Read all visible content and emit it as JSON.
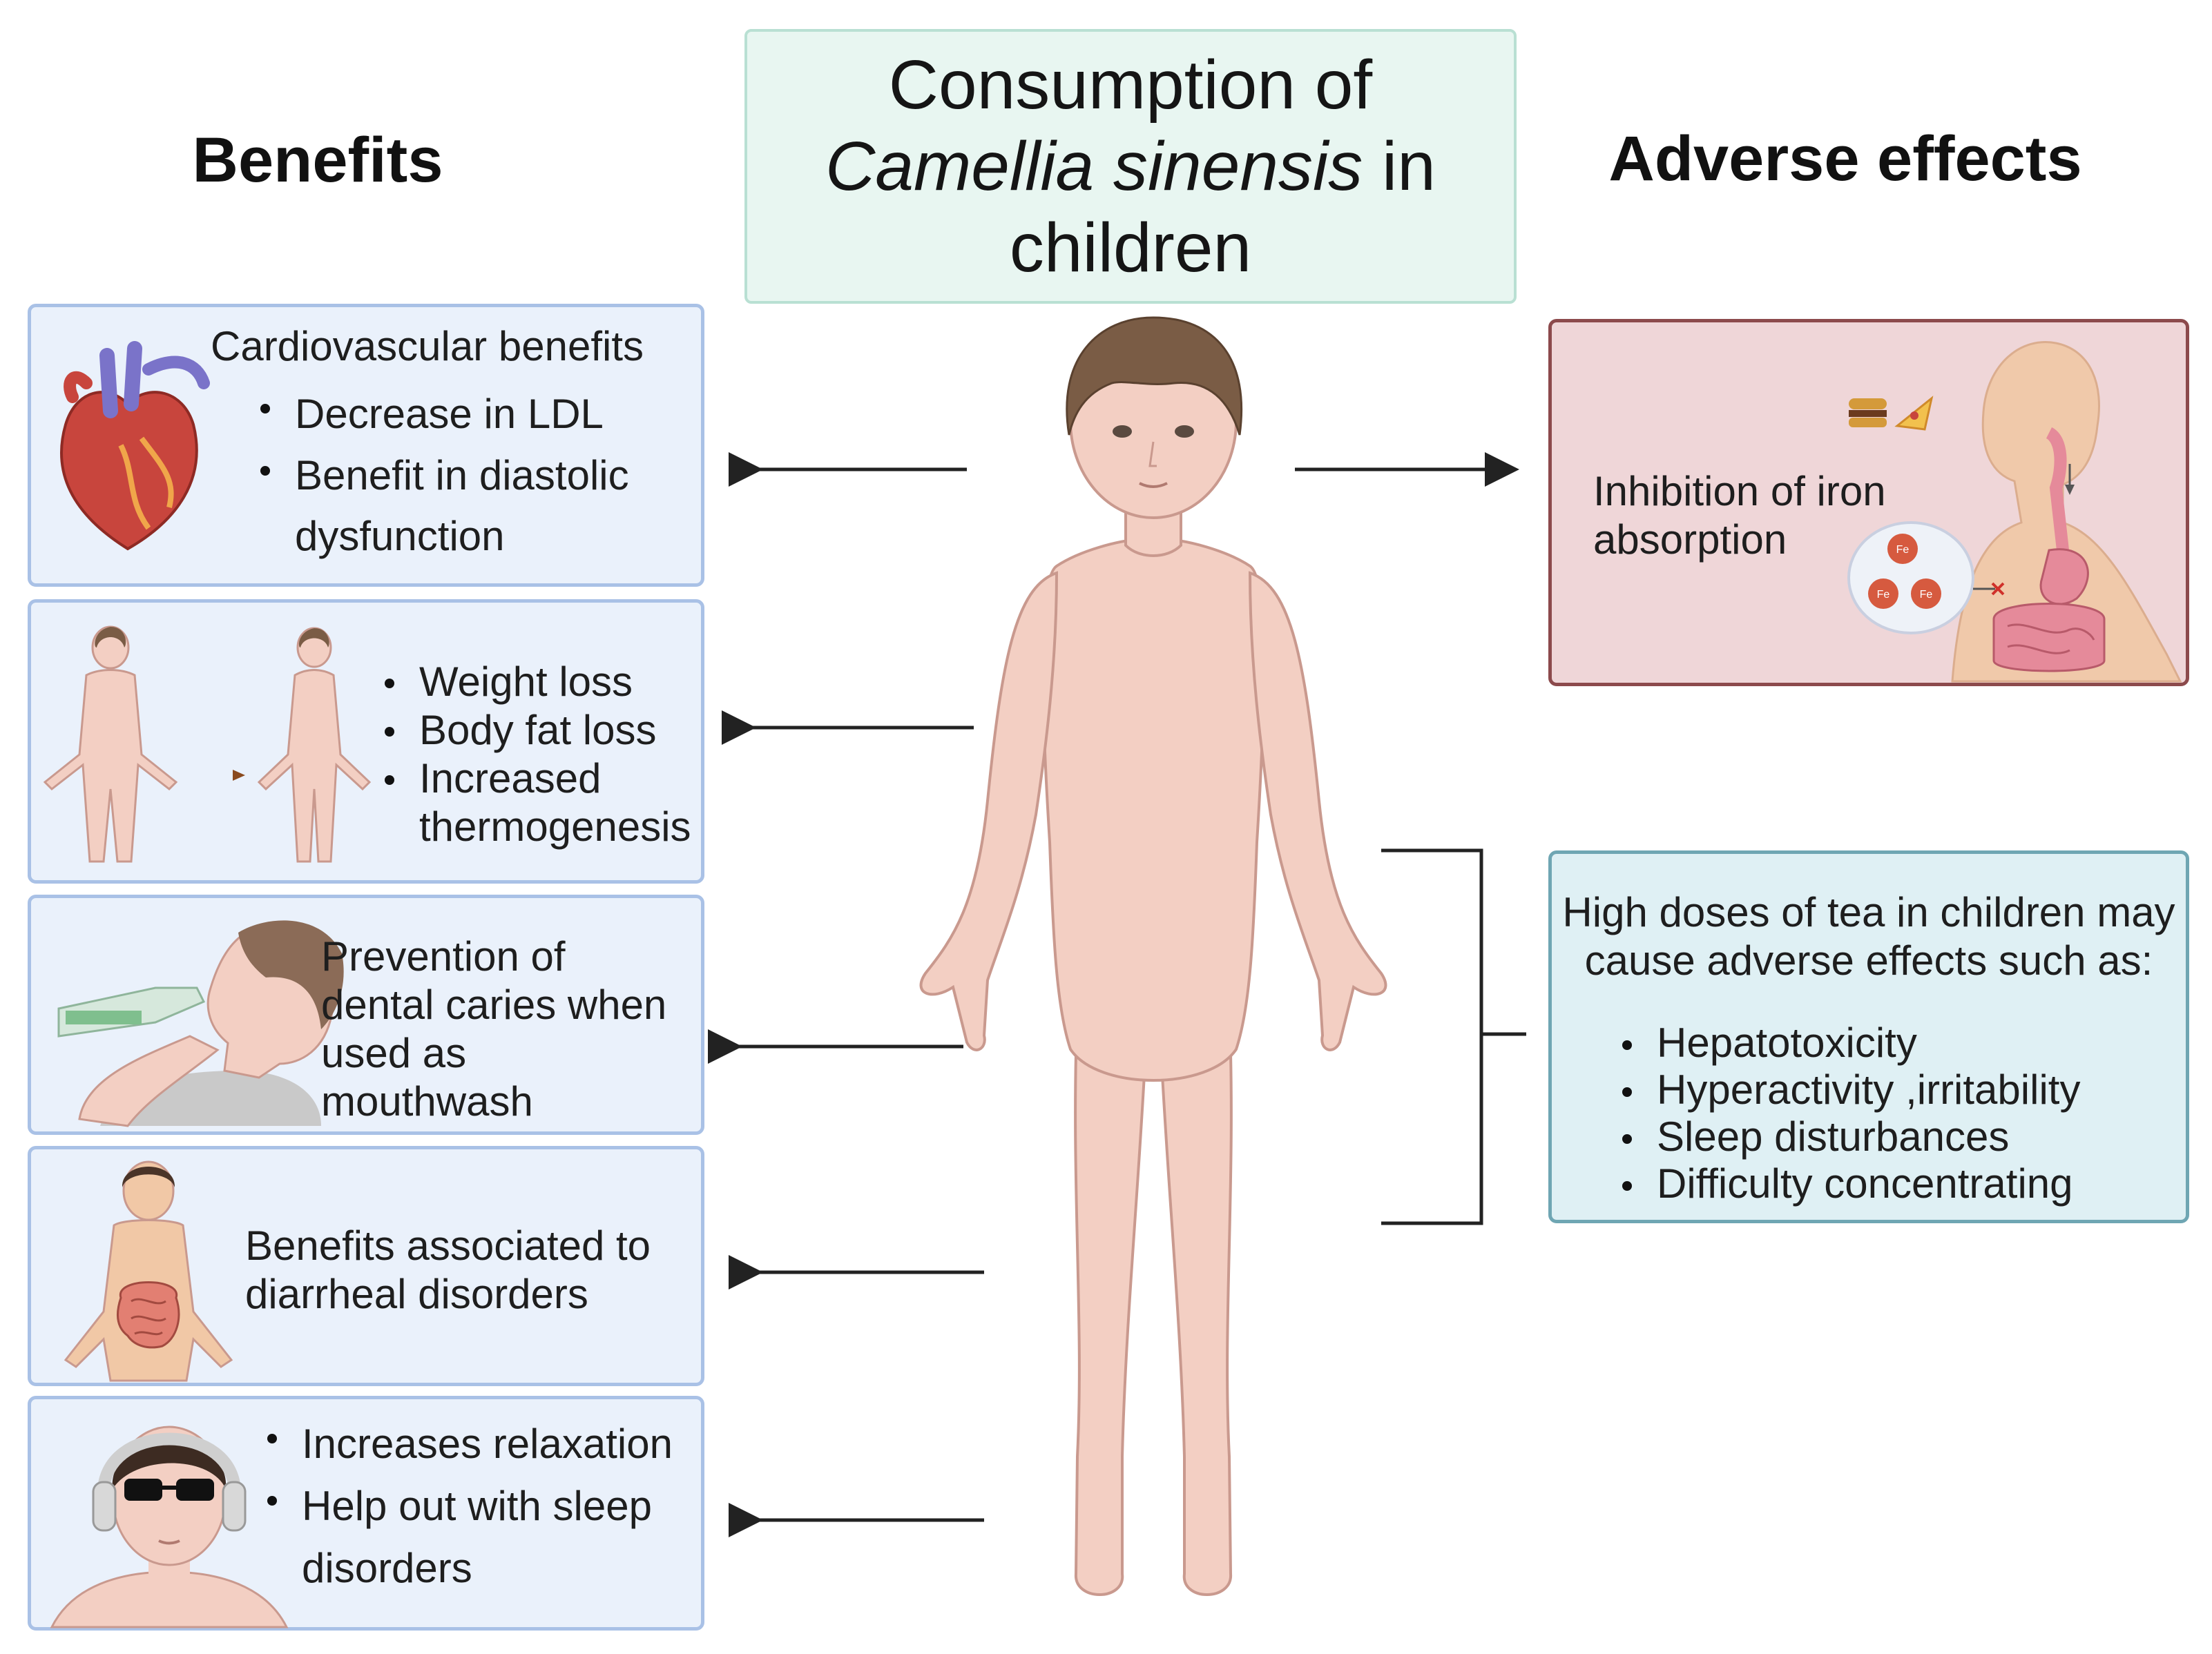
{
  "title": {
    "line1": "Consumption of",
    "line2_italic": "Camellia sinensis",
    "line2_rest": " in",
    "line3": "children"
  },
  "columns": {
    "benefits": "Benefits",
    "adverse": "Adverse effects"
  },
  "benefits": [
    {
      "heading": "Cardiovascular benefits",
      "bullets": [
        "Decrease in LDL",
        "Benefit in diastolic dysfunction"
      ],
      "icon": "heart-icon"
    },
    {
      "bullets": [
        "Weight loss",
        "Body fat loss",
        "Increased thermogenesis"
      ],
      "icon": "weight-loss-figures-icon"
    },
    {
      "text": "Prevention of dental caries when used as mouthwash",
      "icon": "mouthwash-person-icon"
    },
    {
      "text": "Benefits associated to diarrheal disorders",
      "icon": "intestine-child-icon"
    },
    {
      "bullets": [
        "Increases relaxation",
        "Help out with sleep disorders"
      ],
      "icon": "headphones-person-icon"
    }
  ],
  "adverse": {
    "iron": {
      "text": "Inhibition of iron absorption",
      "icon": "digestive-system-icon",
      "fe_label": "Fe"
    },
    "high_dose": {
      "intro": "High doses of tea in children may cause adverse effects such as:",
      "bullets": [
        "Hepatotoxicity",
        "Hyperactivity ,irritability",
        "Sleep disturbances",
        "Difficulty concentrating"
      ]
    }
  },
  "colors": {
    "benefit_box": "#eaf1fb",
    "benefit_border": "#a9c1e6",
    "title_box": "#e8f6f1",
    "iron_box": "#efd6d8",
    "dose_box": "#dff0f4",
    "skin": "#f3cfc3"
  }
}
